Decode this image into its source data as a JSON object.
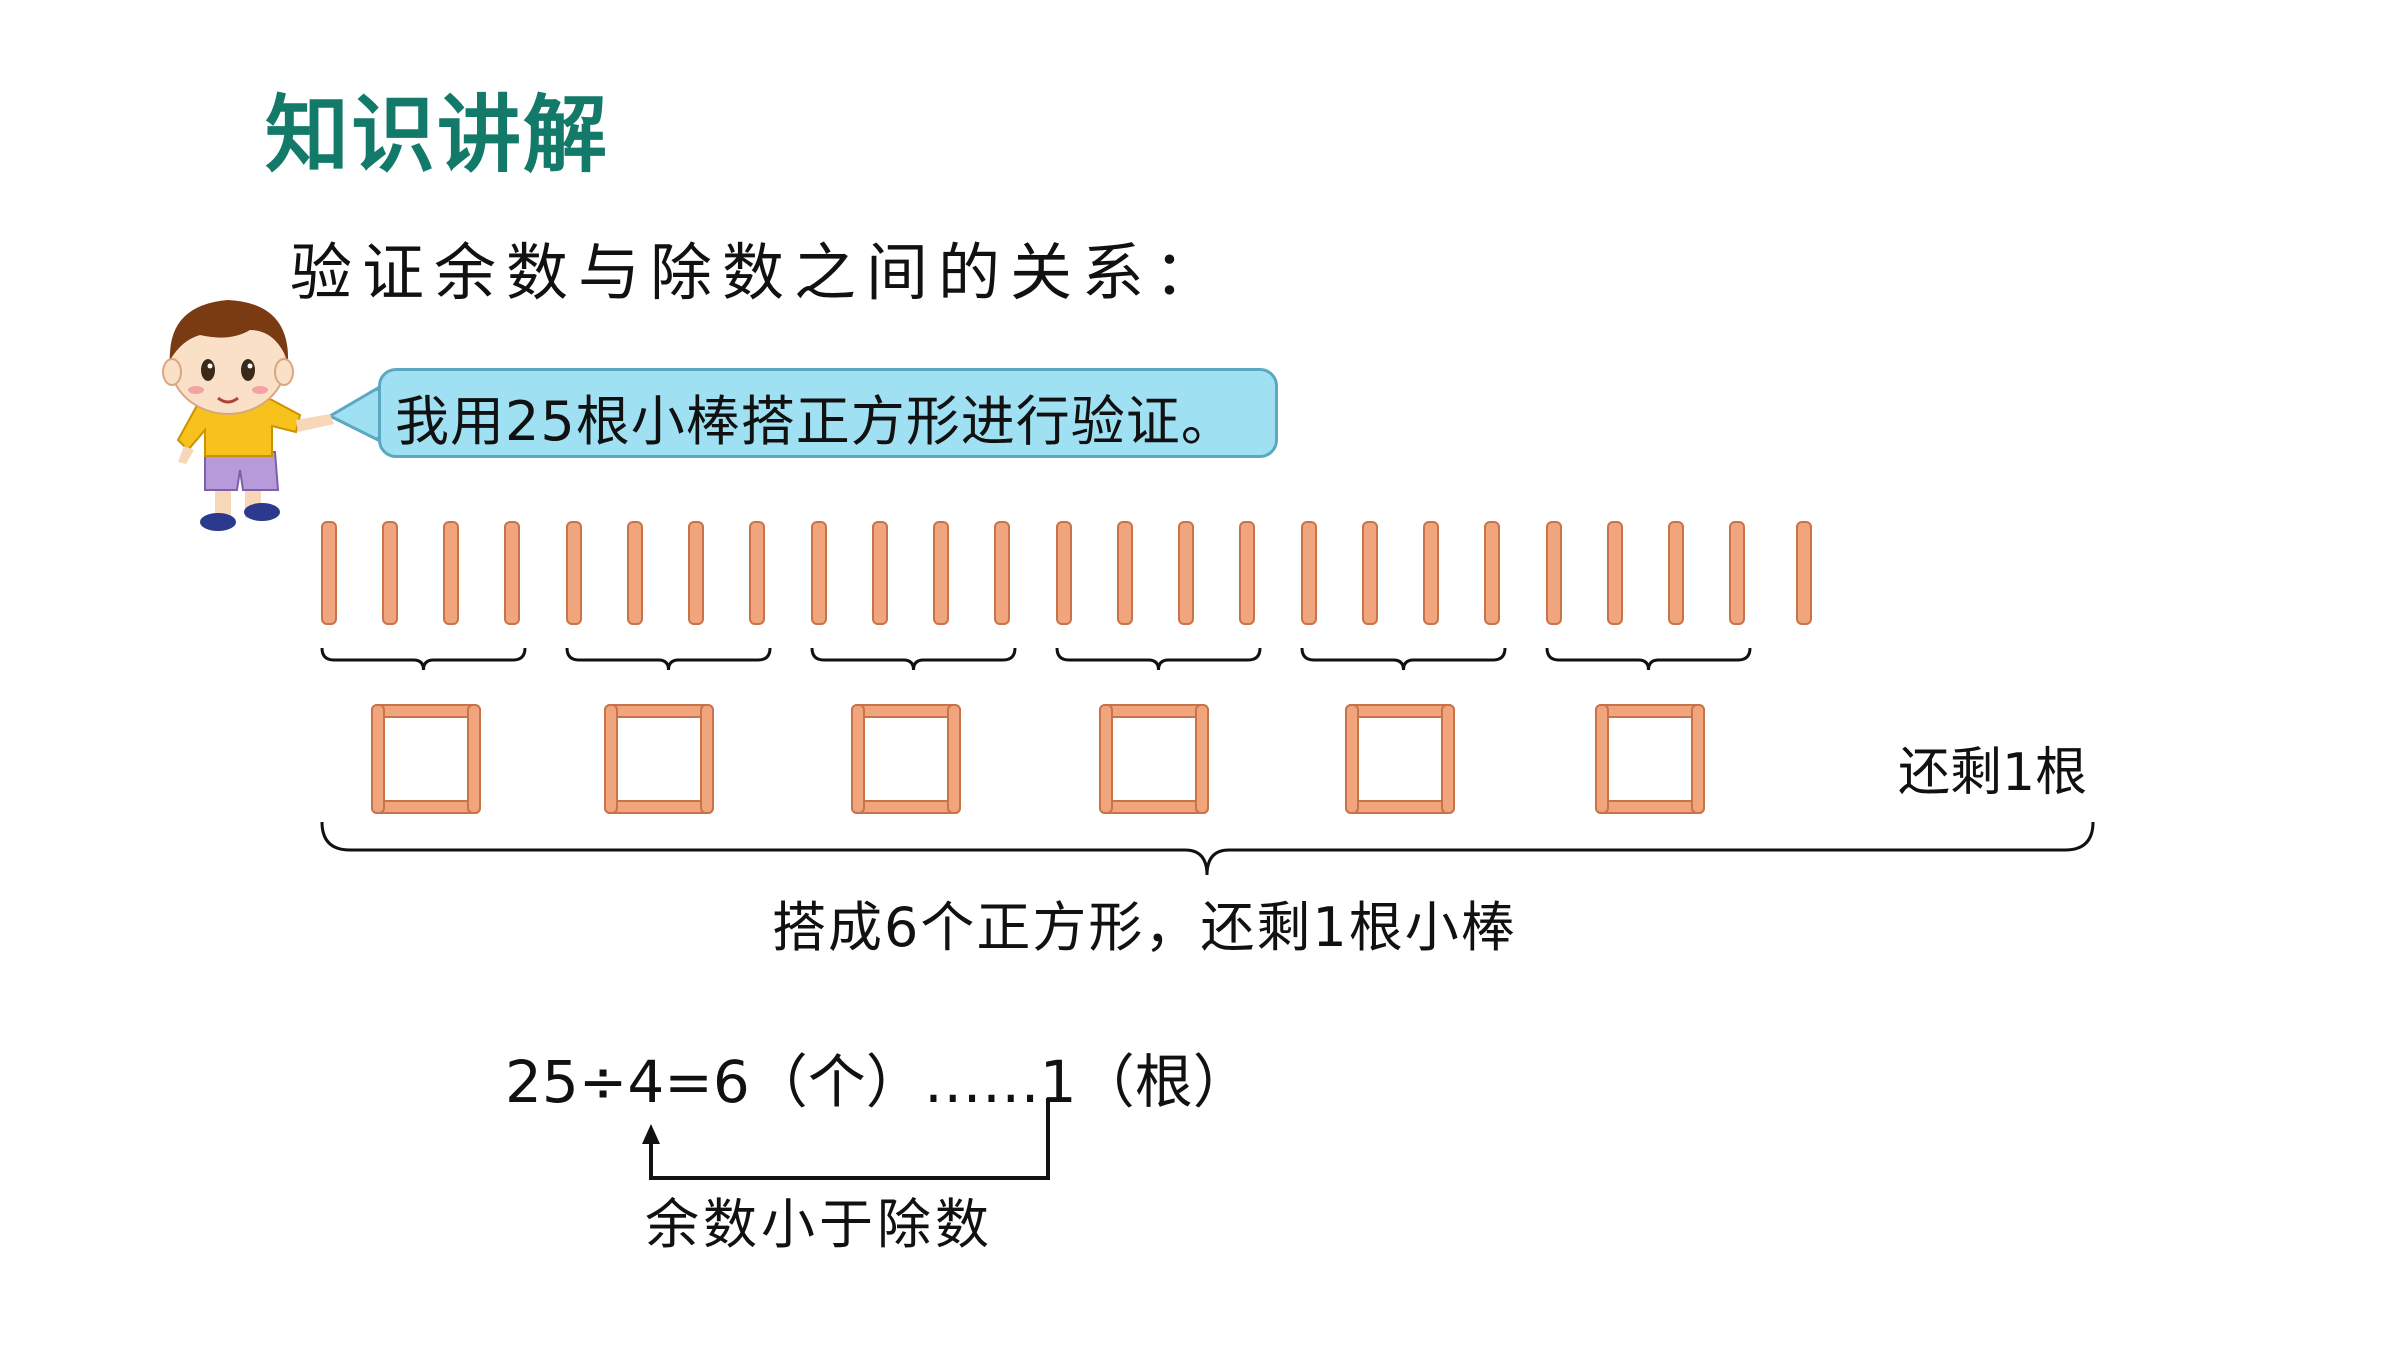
{
  "section_title": "知识讲解",
  "subtitle": "验证余数与除数之间的关系：",
  "speech_bubble": "我用25根小棒搭正方形进行验证。",
  "remaining_label": "还剩1根",
  "summary": "搭成6个正方形，还剩1根小棒",
  "equation": "25÷4=6（个）……1（根）",
  "note": "余数小于除数",
  "sticks": {
    "total": 25,
    "per_group": 4,
    "groups": 6,
    "remainder": 1
  },
  "colors": {
    "title": "#137a6a",
    "stick": "#f0a57c",
    "stick_edge": "#c9734a",
    "bubble_fill": "#9fe0f3",
    "bubble_edge": "#5aa8c4"
  },
  "icons": [
    "child-character-icon"
  ]
}
